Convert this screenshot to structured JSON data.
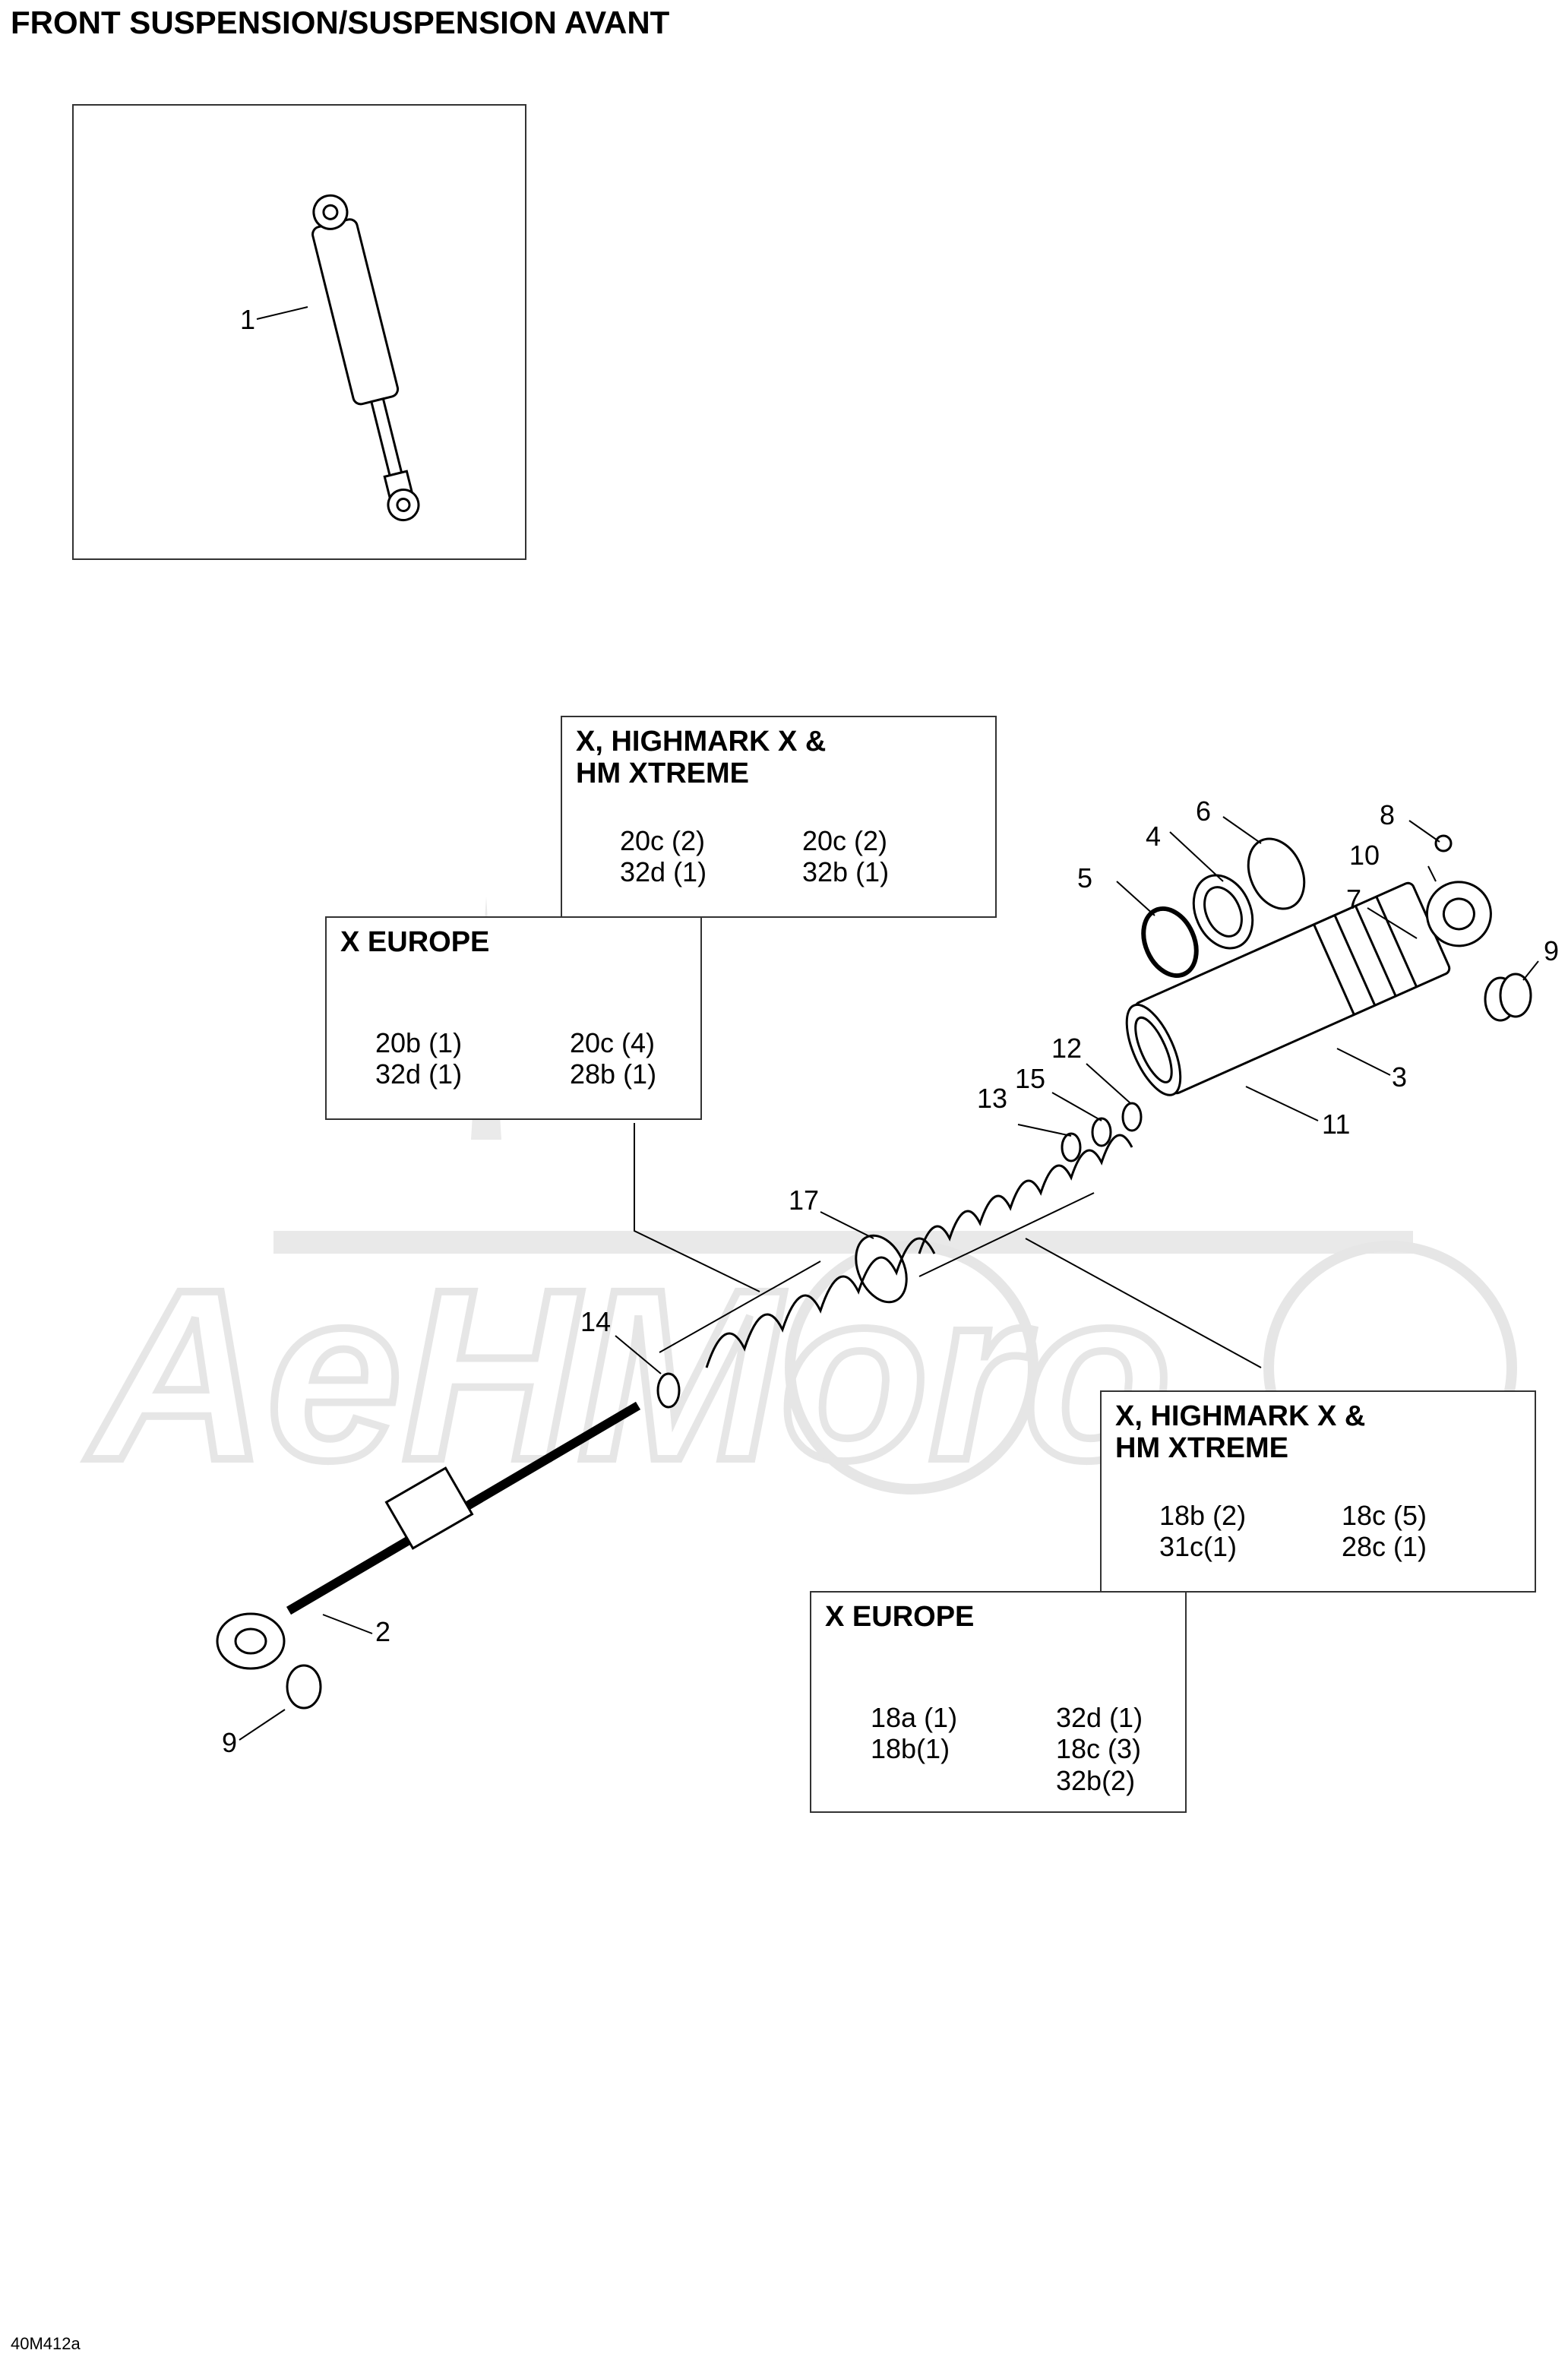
{
  "title": "FRONT SUSPENSION/SUSPENSION AVANT",
  "footer_code": "40M412a",
  "callouts": [
    "1",
    "2",
    "3",
    "4",
    "5",
    "6",
    "7",
    "8",
    "9",
    "9",
    "10",
    "11",
    "12",
    "13",
    "14",
    "15",
    "17"
  ],
  "boxes": [
    {
      "title": "X, HIGHMARK X &\nHM XTREME",
      "items": [
        "20c (2)",
        "20c (2)",
        "32d (1)",
        "32b (1)"
      ]
    },
    {
      "title": "X EUROPE",
      "items": [
        "20b (1)",
        "20c (4)",
        "32d (1)",
        "28b (1)"
      ]
    },
    {
      "title": "X, HIGHMARK X &\nHM XTREME",
      "items": [
        "18b (2)",
        "18c (5)",
        "31c(1)",
        "28c (1)"
      ]
    },
    {
      "title": "X EUROPE",
      "items": [
        "18a (1)",
        "32d (1)",
        "18b(1)",
        "18c (3)",
        "",
        "32b(2)"
      ]
    }
  ]
}
